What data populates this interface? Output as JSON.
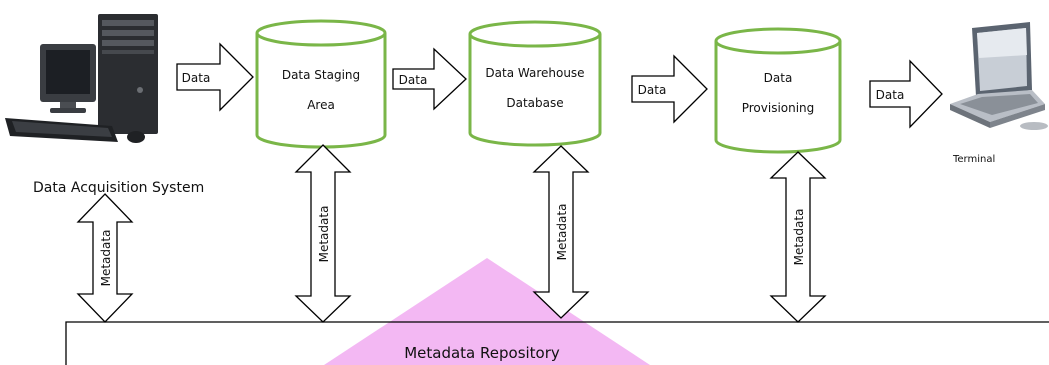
{
  "colors": {
    "cylinder_stroke": "#7ab648",
    "watermark": "#f3b8f3",
    "outline": "#000000"
  },
  "icons": {
    "source": "desktop-computer-icon",
    "destination": "laptop-icon"
  },
  "nodes": {
    "source_label": "Data Acquisition System",
    "terminal_label": "Terminal",
    "staging": {
      "line1": "Data Staging",
      "line2": "Area"
    },
    "warehouse": {
      "line1": "Data Warehouse",
      "line2": "Database"
    },
    "provisioning": {
      "line1": "Data",
      "line2": "Provisioning"
    },
    "repository_label": "Metadata Repository"
  },
  "flow_labels": {
    "a1": "Data",
    "a2": "Data",
    "a3": "Data",
    "a4": "Data"
  },
  "metadata_labels": {
    "m1": "Metadata",
    "m2": "Metadata",
    "m3": "Metadata",
    "m4": "Metadata"
  }
}
